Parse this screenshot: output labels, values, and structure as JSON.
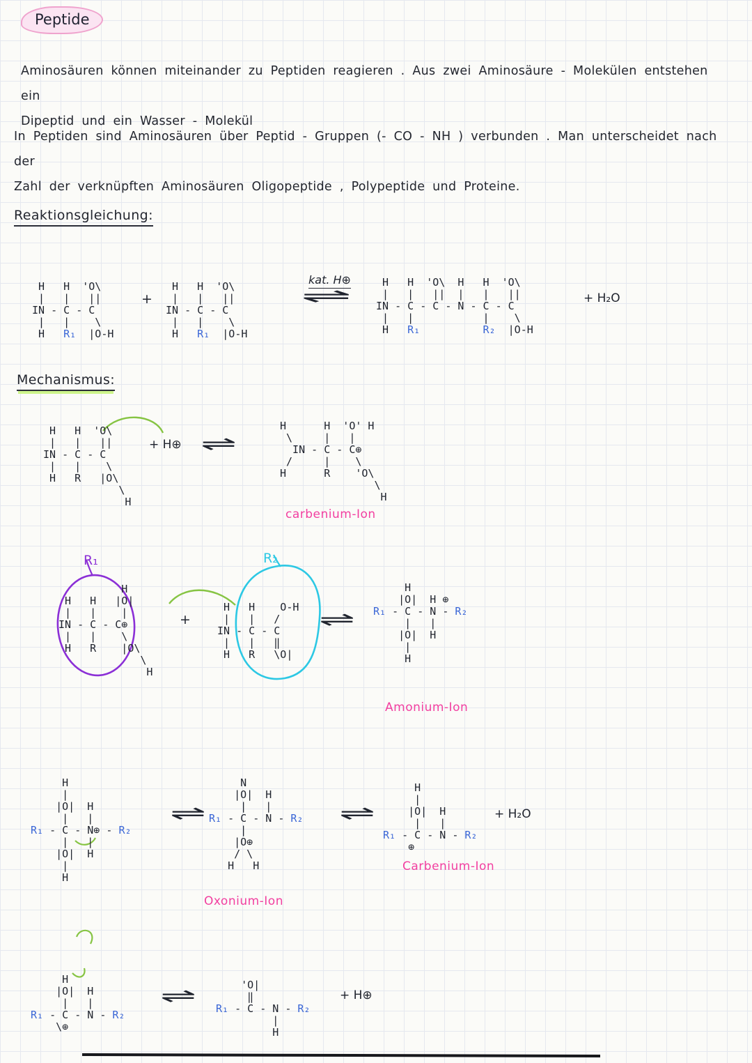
{
  "page": {
    "title": "Peptide",
    "para1": "Aminosäuren können miteinander zu Peptiden reagieren . Aus zwei Aminosäure - Molekülen entstehen ein\nDipeptid und ein Wasser - Molekül",
    "para2": "In Peptiden sind Aminosäuren über Peptid - Gruppen (- CO - NH ) verbunden . Man unterscheidet nach der\nZahl der verknüpften Aminosäuren Oligopeptide , Polypeptide und Proteine.",
    "heading_reaction": "Reaktionsgleichung:",
    "heading_mechanism": "Mechanismus:"
  },
  "reaction": {
    "mol1": " H   H  'O\\\n |   |   ||\nIN - C - C\n |   |    \\\n H   R₁  |O-H",
    "plus": "+",
    "mol2": " H   H  'O\\\n |   |   ||\nIN - C - C\n |   |    \\\n H   R₁  |O-H",
    "catalyst": "kat. H⊕",
    "equilibrium": "⇌",
    "product": " H   H  'O\\  H   H  'O\\\n |   |   ||  |   |   ||\nIN - C - C - N - C - C\n |   |           |    \\\n H   R₁          R₂  |O-H",
    "water": "+  H₂O"
  },
  "mech1": {
    "reactant": " H   H  'O\\\n |   |   ||\nIN - C - C\n |   |    \\\n H   R   |O\\\n            \\\n             H",
    "proton": "+ H⊕",
    "equilibrium": "⇌",
    "product": "H      H  'O' H\n \\     |   |\n  IN - C - C⊕\n /     |    \\\nH      R    'O\\\n               \\\n                H",
    "label": "carbenium-Ion"
  },
  "mech2": {
    "r1_label": "R₁",
    "r2_label": "R₂",
    "mol1": "          H\n H   H   |O|\n |   |    |\nIN - C - C⊕\n |   |    \\\n H   R    |O\\\n             \\\n              H",
    "plus": "+",
    "mol2": " H   H    O-H\n |   |   /\nIN - C - C\n |   |   ‖\n H   R   \\O|",
    "equilibrium": "⇌",
    "product": "     H\n    |O|  H ⊕\nR₁ - C - N - R₂\n     |   |\n    |O|  H\n     |\n     H",
    "label": "Amonium-Ion"
  },
  "mech3": {
    "ammonium": "     H\n     |\n    |O|  H\n     |   |\nR₁ - C - N⊕ - R₂\n     |   |\n    |O|  H\n     |\n     H",
    "eq1": "⇌",
    "oxonium": "     N\n    |O|  H\n     |   |\nR₁ - C - N - R₂\n     |\n    |O⊕\n    / \\\n   H   H",
    "eq2": "⇌",
    "carbenium": "     H\n     |\n    |O|  H\n     |   |\nR₁ - C - N - R₂\n    ⊕",
    "water": "+ H₂O",
    "label_oxonium": "Oxonium-Ion",
    "label_carbenium": "Carbenium-Ion"
  },
  "mech4": {
    "reactant": "     H\n    |O|  H\n     |   |\nR₁ - C - N - R₂\n    \\⊕",
    "equilibrium": "⇌",
    "product": "    'O|\n     ‖\nR₁ - C - N - R₂\n         |\n         H",
    "proton": "+ H⊕"
  },
  "colors": {
    "pink_label": "#f23fa0",
    "blue_r": "#3a66d6",
    "purple_circle": "#8b2fd6",
    "cyan_circle": "#2cc8e4",
    "green_arrow": "#86c443",
    "green_highlight": "#cdf58b",
    "title_bubble_fill": "#fbe4f2",
    "title_bubble_border": "#efa3cd"
  }
}
